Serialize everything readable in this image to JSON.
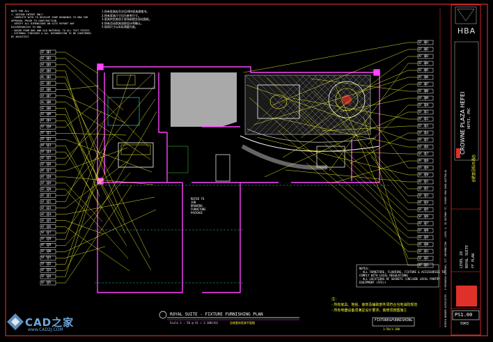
{
  "drawing": {
    "title": "ROYAL SUITE - FIXTURE FURNISHING PLAN",
    "title_cn": "总统套房家具平面图",
    "scale": "Scale 1 : 50 @ A1 / 1:100(A3)",
    "stamp_label": "FIXTURE&FURNISHING",
    "stamp_sub": "1:50/1:100"
  },
  "notes_top_left": [
    "NOTE FOR ALL",
    "1. DESIGN INTENT ONLY",
    "- COMPLETE WITH TO DEVELOP SHOP DRAWINGS TO HBA FOR",
    "  APPROVAL PRIOR TO CONSTRUCTION",
    "- VERIFY ALL DIMENSIONS ON SITE REPORT ANY",
    "  DISCREPANCIES TO HBA",
    "- BASED FROM DWG AND OLD MATERIAL TO ALL TEST PIECES",
    "- EXTERNAL FINISHES & ALL INFORMATION TO BE CONFIRMED",
    "  BY ARCHITECT"
  ],
  "notes_cn": [
    "1.所有家具标号详见HBA家具规格书。",
    "2.所有家具尺寸均为参考尺寸。",
    "3.家具供货商须于进场前提交深化图纸。",
    "4.所有活动家具须经设计师确认。",
    "5.现场尺寸以实际测量为准。"
  ],
  "notes_bottom": {
    "header": "NOTES:",
    "lines": [
      "- ALL FURNITURE, FLOORING, FIXTURE & ACCESSORIES TO",
      "  COMPLY WITH LOCAL REGULATIONS",
      "- ALL LOCATIONS OF SOCKETS (INCLUDE LOCAL PANTRY",
      "  EQUIPMENT (FFE))"
    ]
  },
  "notes_cn_bottom": [
    "注：",
    "- 所有家具、地毯、装饰及辅助部件须符合当地消防规范",
    "- 所有电器设备须满足设计要求，装修须按图施工"
  ],
  "side_note": [
    "REFER TO",
    "JOB",
    "DRAWING",
    "FURNITURE",
    "PACKAGE"
  ],
  "title_block": {
    "logo": "HBA",
    "project": "CROWNE PLAZA HEFEI",
    "city": "HEFEI, PRC",
    "project_cn": "合肥皇冠假日酒店",
    "level": "LEVEL 28",
    "room": "ROYAL SUITE",
    "sheet_title": "FF PLAN",
    "sheet_no": "PS1.00",
    "drawing_no": "5903",
    "firm_line": "HIRSCH BEDNER ASSOCIATES - 9 RESEARCH GARDENS, SIT INFORMATION - LEVEL 5, 3D GATEWAY ST, SYDNEY NSW 2000 AUSTRALIA"
  },
  "left_tags": [
    "SF 101",
    "SF 102",
    "SF 103",
    "SF 104",
    "AL 102",
    "SF 105",
    "SF 106",
    "SF 107",
    "AL 108",
    "SF 108",
    "SF 109",
    "AF 201",
    "SF 110",
    "SF 111",
    "SF 112",
    "AF 113",
    "SF 114",
    "SF 115",
    "SF 116",
    "AF 117",
    "AF 118",
    "SF 119",
    "SF 120",
    "AF 121",
    "SF 122",
    "SF 123",
    "AF 124",
    "SF 125",
    "AF 126",
    "SF 127",
    "SF 128",
    "AF 129",
    "SF 130",
    "SF 131",
    "SF 132",
    "AF 133",
    "SF 134",
    "SF 135"
  ],
  "right_tags": [
    "SF 301",
    "SF 302",
    "AF 303",
    "SF 304",
    "SF 305",
    "AF 306",
    "SF 307",
    "SF 308",
    "AF 309",
    "SF 310",
    "SF 311",
    "AF 312",
    "SF 313",
    "SF 314",
    "AF 315",
    "SF 316",
    "SF 317",
    "AF 318",
    "SF 319",
    "SF 320",
    "AF 321",
    "SF 322",
    "SF 323",
    "AF 324",
    "SF 325",
    "SF 326",
    "AF 327",
    "SF 328",
    "SF 329",
    "AF 330",
    "SF 331",
    "SF 332",
    "AF 333"
  ],
  "watermark": {
    "text": "CAD之家",
    "url": "www.CAD2J.COM"
  },
  "colors": {
    "background": "#000000",
    "wall": "#ff44ff",
    "leader": "#ffff33",
    "tag_box": "#ffffff",
    "tag_text": "#ffffff",
    "floor_grey": "#a9a9a9",
    "pattern_white": "#d9d9d9",
    "title_block_red": "#e0302a",
    "cyan": "#33e6e6",
    "green": "#33dd33",
    "watermark_blue": "#6fa8dc"
  }
}
